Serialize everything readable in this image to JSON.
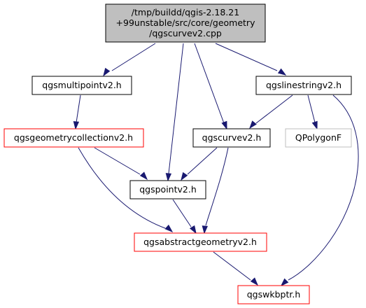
{
  "graph": {
    "nodes": {
      "root": {
        "lines": [
          "/tmp/buildd/qgis-2.18.21",
          "+99unstable/src/core/geometry",
          "/qgscurvev2.cpp"
        ],
        "fill": "#bfbfbf",
        "border": "#000000",
        "kind": "root"
      },
      "multipoint": {
        "label": "qgsmultipointv2.h",
        "fill": "#ffffff",
        "border": "#000000",
        "kind": "included"
      },
      "linestring": {
        "label": "qgslinestringv2.h",
        "fill": "#ffffff",
        "border": "#000000",
        "kind": "included"
      },
      "geomcollection": {
        "label": "qgsgeometrycollectionv2.h",
        "fill": "#ffffff",
        "border": "#ff0000",
        "kind": "truncated"
      },
      "curve": {
        "label": "qgscurvev2.h",
        "fill": "#ffffff",
        "border": "#000000",
        "kind": "included"
      },
      "qpolygonf": {
        "label": "QPolygonF",
        "fill": "#ffffff",
        "border": "#bfbfbf",
        "kind": "external"
      },
      "point": {
        "label": "qgspointv2.h",
        "fill": "#ffffff",
        "border": "#000000",
        "kind": "included"
      },
      "abstractgeom": {
        "label": "qgsabstractgeometryv2.h",
        "fill": "#ffffff",
        "border": "#ff0000",
        "kind": "truncated"
      },
      "wkbptr": {
        "label": "qgswkbptr.h",
        "fill": "#ffffff",
        "border": "#ff0000",
        "kind": "truncated"
      }
    },
    "edges": [
      {
        "from": "root",
        "to": "multipoint"
      },
      {
        "from": "root",
        "to": "point"
      },
      {
        "from": "root",
        "to": "curve"
      },
      {
        "from": "root",
        "to": "linestring"
      },
      {
        "from": "multipoint",
        "to": "geomcollection"
      },
      {
        "from": "linestring",
        "to": "curve"
      },
      {
        "from": "linestring",
        "to": "qpolygonf"
      },
      {
        "from": "linestring",
        "to": "wkbptr"
      },
      {
        "from": "geomcollection",
        "to": "point"
      },
      {
        "from": "geomcollection",
        "to": "abstractgeom"
      },
      {
        "from": "curve",
        "to": "point"
      },
      {
        "from": "curve",
        "to": "abstractgeom"
      },
      {
        "from": "point",
        "to": "abstractgeom"
      },
      {
        "from": "abstractgeom",
        "to": "wkbptr"
      }
    ],
    "edge_color": "#191970"
  }
}
